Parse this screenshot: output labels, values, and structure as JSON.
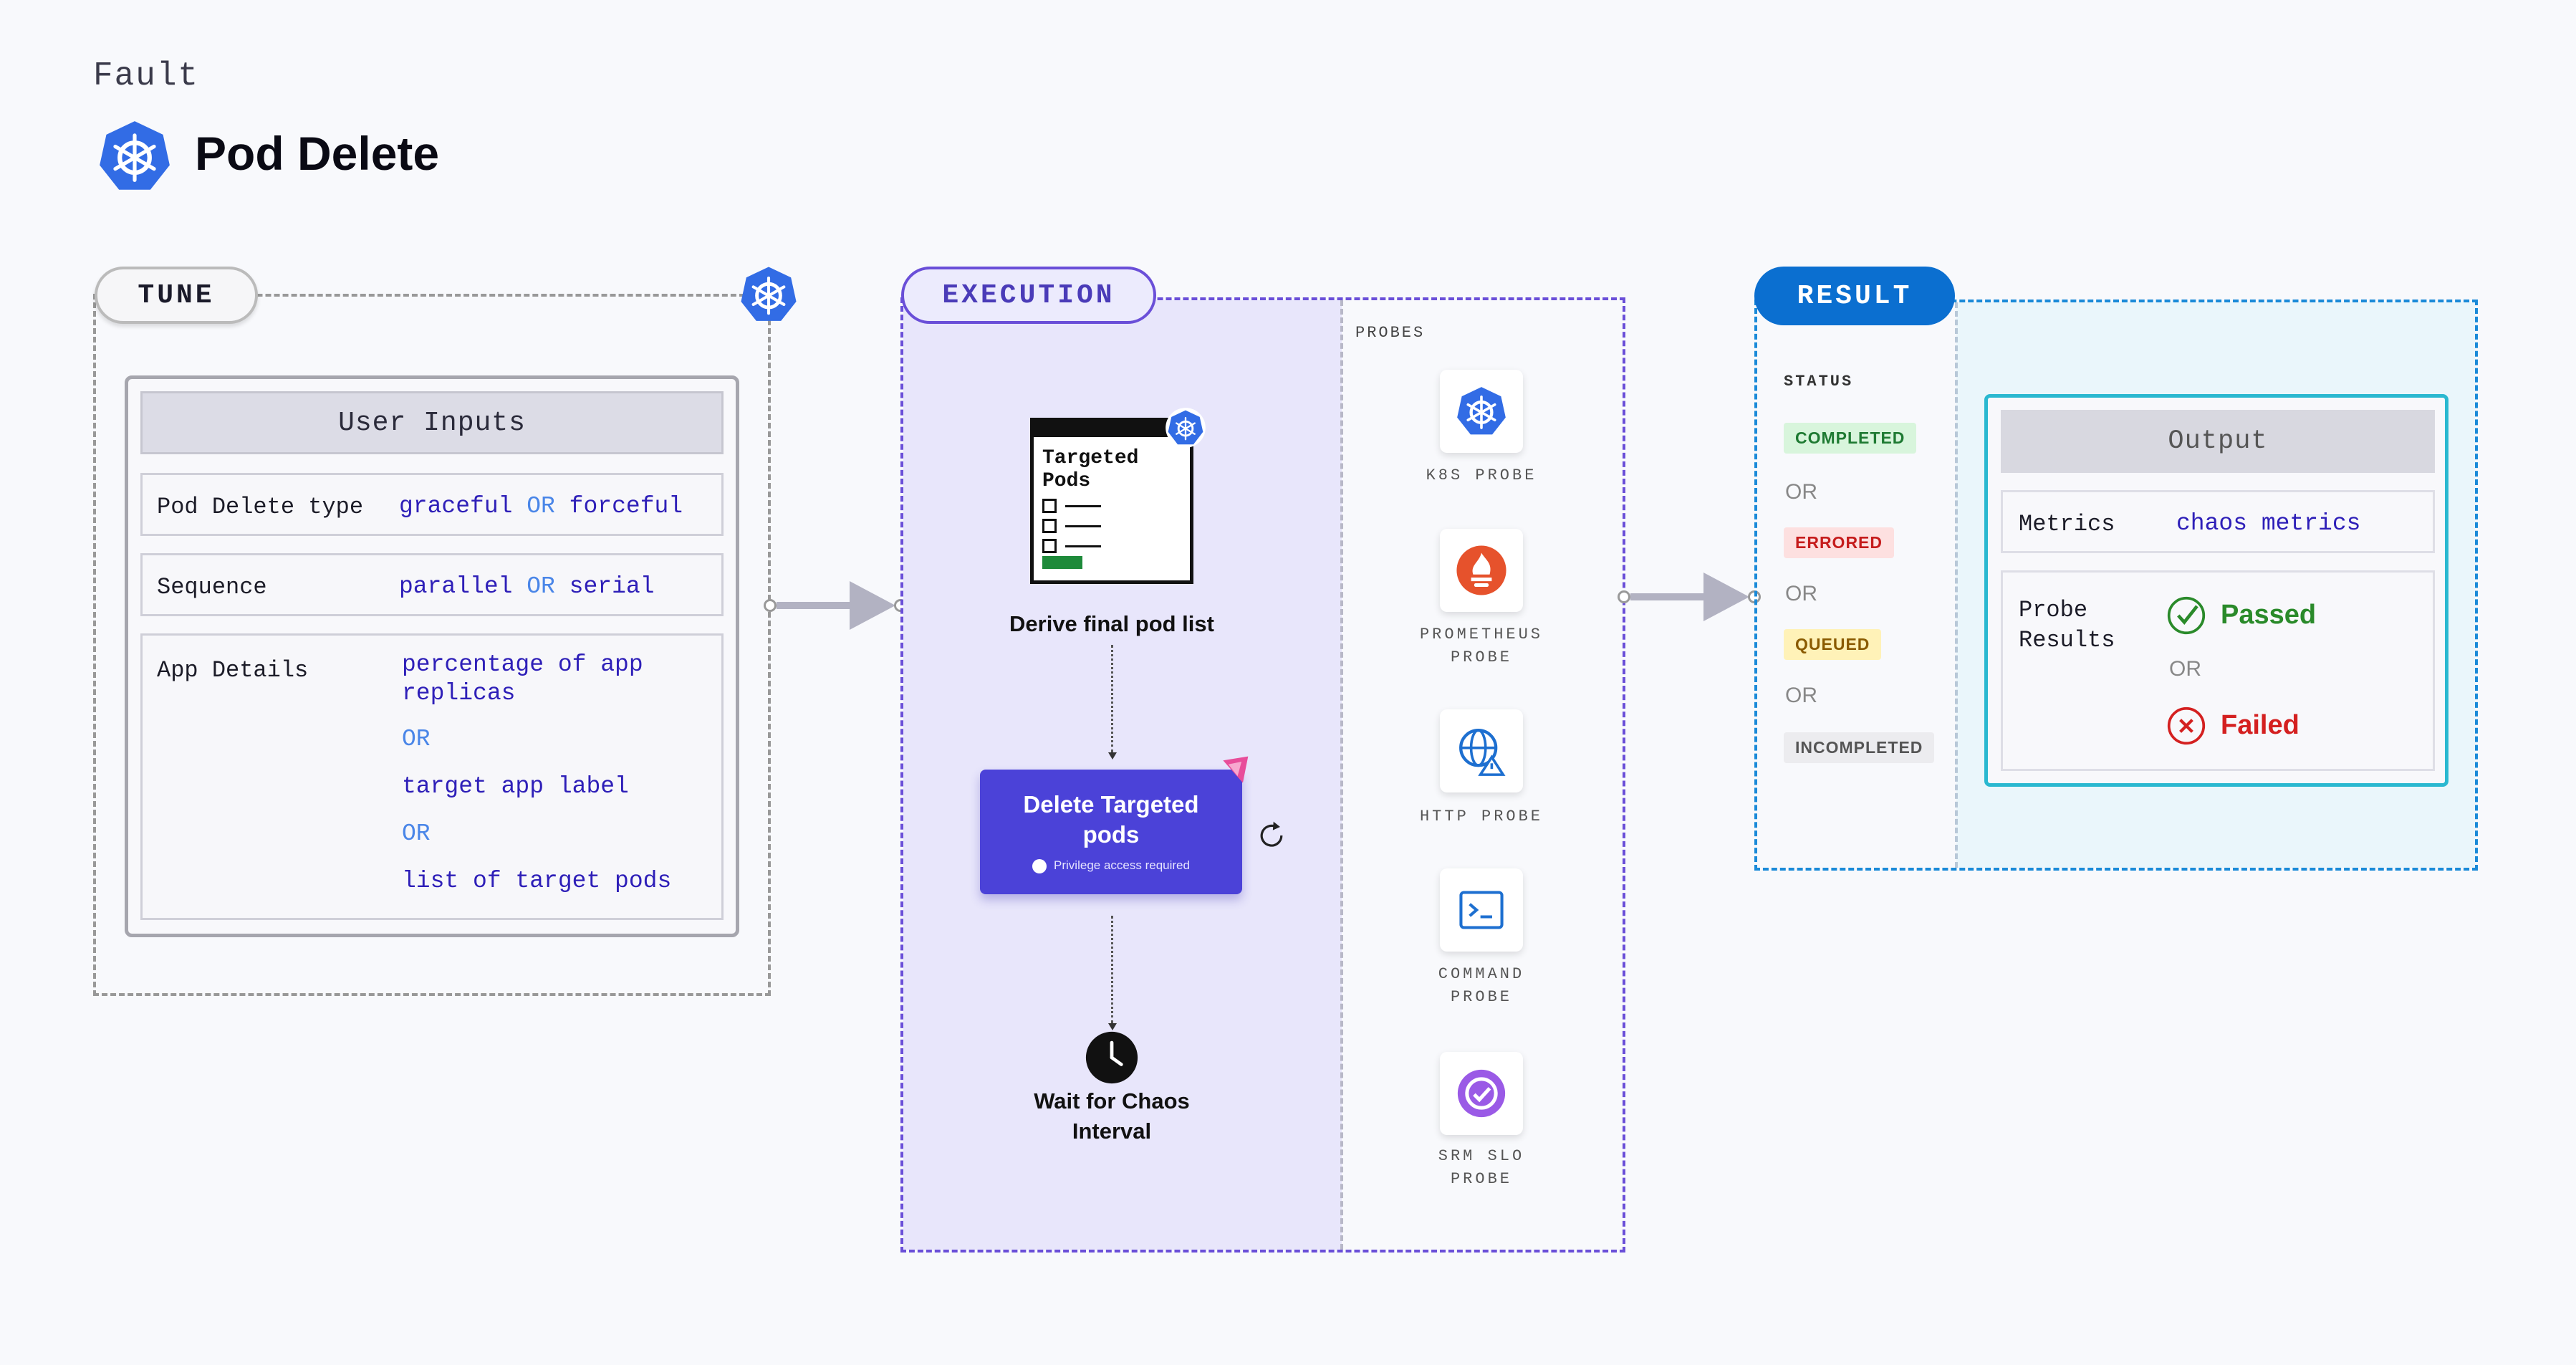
{
  "header": {
    "fault_label": "Fault",
    "title": "Pod Delete"
  },
  "tune": {
    "pill": "TUNE",
    "user_inputs_title": "User Inputs",
    "rows": [
      {
        "label": "Pod Delete type",
        "value_a": "graceful",
        "or": "OR",
        "value_b": "forceful"
      },
      {
        "label": "Sequence",
        "value_a": "parallel",
        "or": "OR",
        "value_b": "serial"
      }
    ],
    "app_details": {
      "label": "App Details",
      "opt1_line1": "percentage of app",
      "opt1_line2": "replicas",
      "or1": "OR",
      "opt2": "target app label",
      "or2": "OR",
      "opt3": "list of target pods"
    }
  },
  "execution": {
    "pill": "EXECUTION",
    "doc_line1": "Targeted",
    "doc_line2": "Pods",
    "step1": "Derive final pod list",
    "step2_line1": "Delete Targeted",
    "step2_line2": "pods",
    "privilege": "Privilege access required",
    "step3_line1": "Wait for Chaos",
    "step3_line2": "Interval",
    "probes_title": "PROBES",
    "probes": [
      {
        "line1": "K8S PROBE",
        "line2": "",
        "icon": "kubernetes-icon"
      },
      {
        "line1": "PROMETHEUS",
        "line2": "PROBE",
        "icon": "prometheus-icon"
      },
      {
        "line1": "HTTP PROBE",
        "line2": "",
        "icon": "globe-icon"
      },
      {
        "line1": "COMMAND",
        "line2": "PROBE",
        "icon": "terminal-icon"
      },
      {
        "line1": "SRM SLO",
        "line2": "PROBE",
        "icon": "slo-icon"
      }
    ]
  },
  "result": {
    "pill": "RESULT",
    "status_title": "STATUS",
    "statuses": [
      "COMPLETED",
      "ERRORED",
      "QUEUED",
      "INCOMPLETED"
    ],
    "or": "OR",
    "output_title": "Output",
    "metrics_label": "Metrics",
    "metrics_value": "chaos metrics",
    "probe_results_line1": "Probe",
    "probe_results_line2": "Results",
    "passed": "Passed",
    "failed": "Failed"
  },
  "colors": {
    "execution_accent": "#4b42d8",
    "result_accent": "#0b6fd0",
    "kubernetes_blue": "#326ce5",
    "passed_green": "#2a8a2a",
    "failed_red": "#d42020"
  }
}
